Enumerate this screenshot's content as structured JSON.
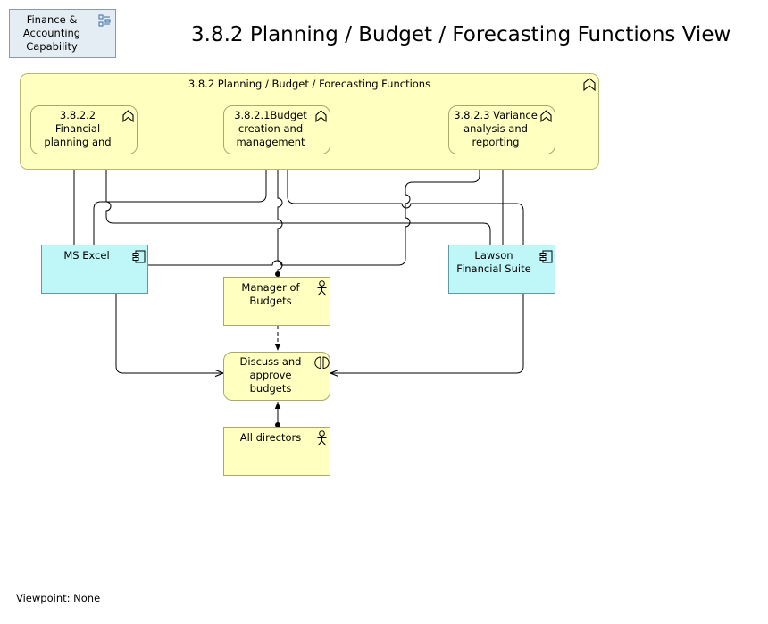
{
  "title": "3.8.2 Planning / Budget / Forecasting Functions View",
  "viewpoint_label": "Viewpoint: None",
  "capability": {
    "label": "Finance &\nAccounting\nCapability",
    "icon": "capability-icon"
  },
  "group": {
    "label": "3.8.2 Planning / Budget / Forecasting Functions",
    "icon": "function-icon"
  },
  "functions": [
    {
      "label": "3.8.2.2\nFinancial\nplanning and",
      "icon": "function-icon"
    },
    {
      "label": "3.8.2.1Budget\ncreation and\nmanagement",
      "icon": "function-icon"
    },
    {
      "label": "3.8.2.3 Variance\nanalysis and\nreporting",
      "icon": "function-icon"
    }
  ],
  "applications": [
    {
      "label": "MS Excel",
      "icon": "application-component-icon"
    },
    {
      "label": "Lawson\nFinancial Suite",
      "icon": "application-component-icon"
    }
  ],
  "actors": [
    {
      "label": "Manager of\nBudgets",
      "icon": "actor-icon"
    },
    {
      "label": "All directors",
      "icon": "actor-icon"
    }
  ],
  "interaction": {
    "label": "Discuss and\napprove\nbudgets",
    "icon": "interaction-icon"
  },
  "colors": {
    "business_yellow": "#ffffbf",
    "application_cyan": "#bff6f8",
    "capability_blue": "#e3edf3",
    "connector": "#000000"
  }
}
